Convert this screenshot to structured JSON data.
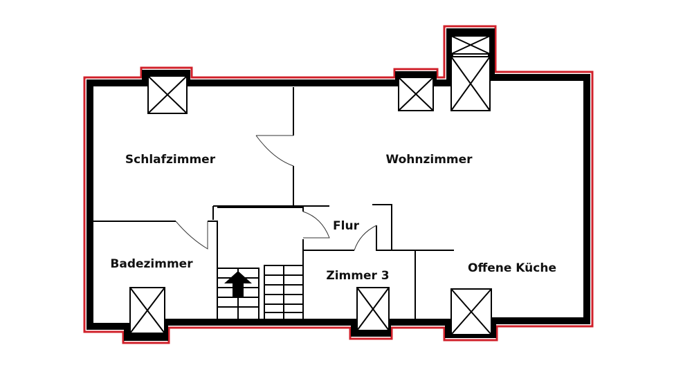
{
  "plan": {
    "title": "Grundriss",
    "colors": {
      "outline": "#d0202a",
      "wall": "#000000",
      "background": "#ffffff"
    },
    "rooms": [
      {
        "id": "schlafzimmer",
        "label": "Schlafzimmer"
      },
      {
        "id": "wohnzimmer",
        "label": "Wohnzimmer"
      },
      {
        "id": "flur",
        "label": "Flur"
      },
      {
        "id": "badezimmer",
        "label": "Badezimmer"
      },
      {
        "id": "zimmer3",
        "label": "Zimmer 3"
      },
      {
        "id": "offene-kueche",
        "label": "Offene Küche"
      }
    ],
    "windows_count": 7,
    "stairs": {
      "direction": "up"
    }
  }
}
